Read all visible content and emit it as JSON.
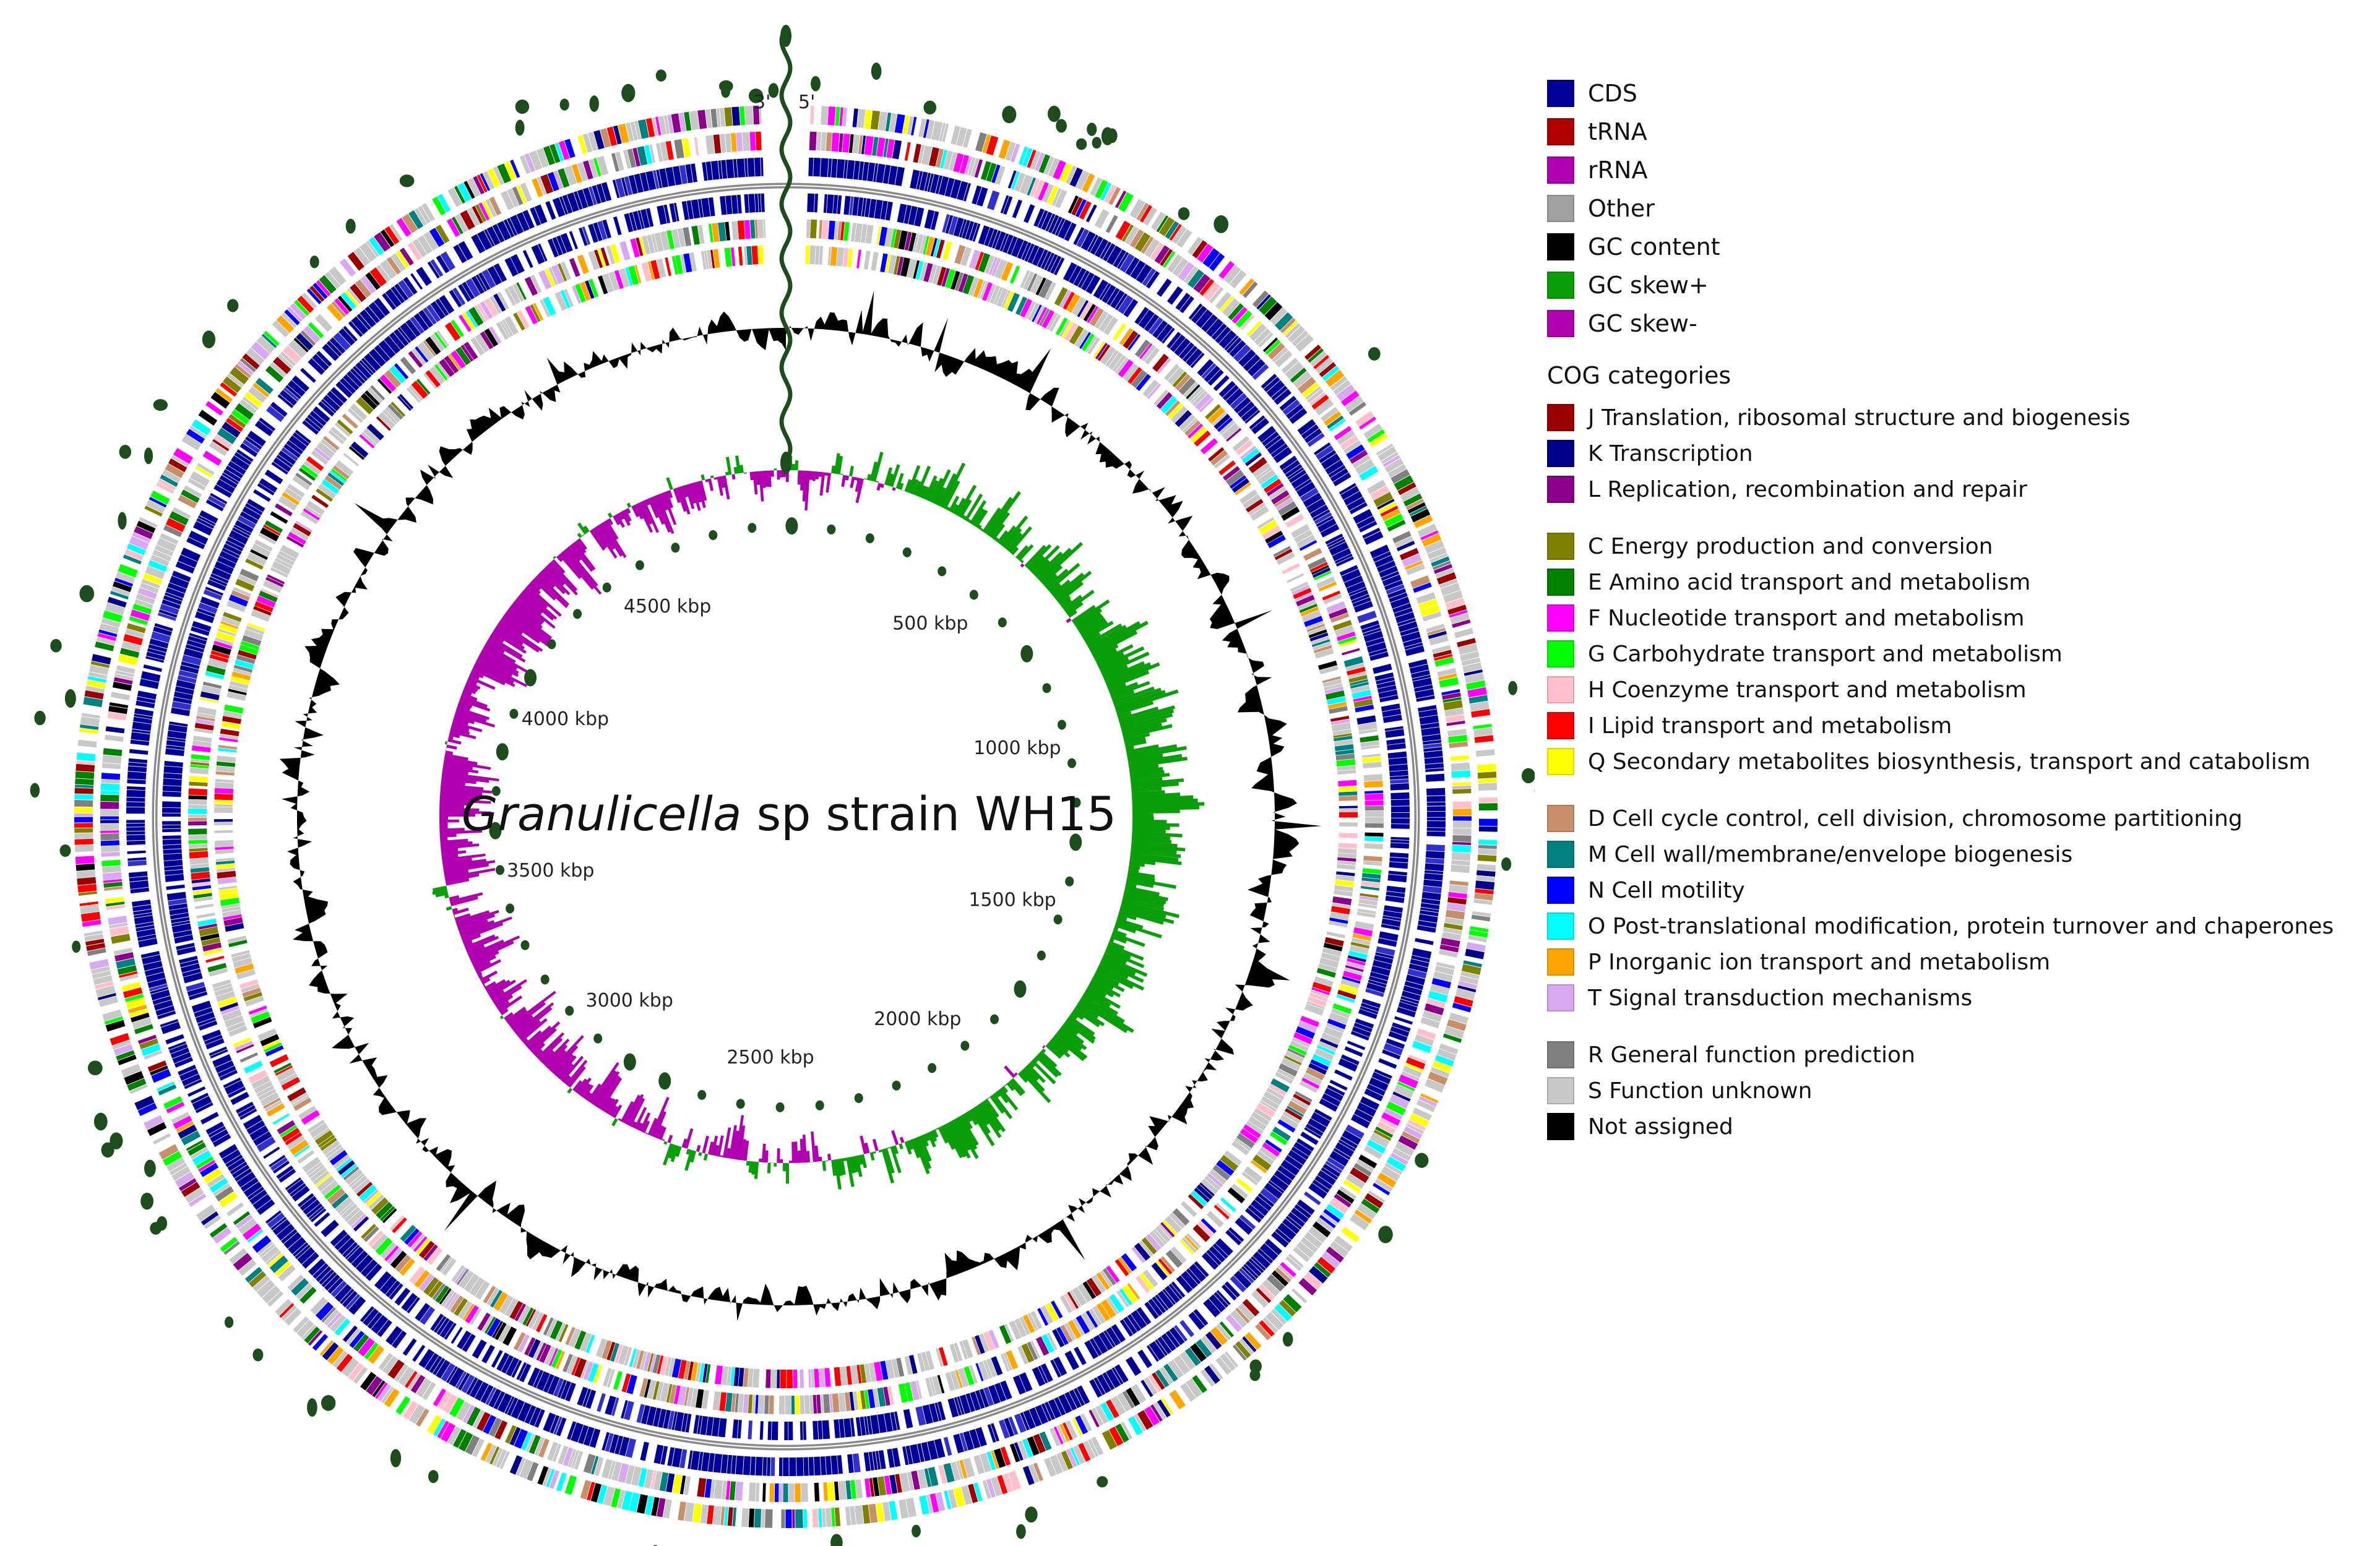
{
  "map": {
    "title_italic": "Granulicella",
    "title_rest": " sp strain WH15",
    "strand_labels": [
      "3'",
      "5'"
    ],
    "genome_length_kbp": 4900,
    "tick_labels": [
      {
        "kbp": 500,
        "label": "500 kbp"
      },
      {
        "kbp": 1000,
        "label": "1000 kbp"
      },
      {
        "kbp": 1500,
        "label": "1500 kbp"
      },
      {
        "kbp": 2000,
        "label": "2000 kbp"
      },
      {
        "kbp": 2500,
        "label": "2500 kbp"
      },
      {
        "kbp": 3000,
        "label": "3000 kbp"
      },
      {
        "kbp": 3500,
        "label": "3500 kbp"
      },
      {
        "kbp": 4000,
        "label": "4000 kbp"
      },
      {
        "kbp": 4500,
        "label": "4500 kbp"
      }
    ],
    "colors": {
      "backbone": "#8a8a8a",
      "cds": "#000099",
      "gc_content": "#000000",
      "gc_skew_plus": "#0a9e0a",
      "gc_skew_minus": "#b000b0",
      "marker": "#1d4d1d"
    }
  },
  "legend": {
    "features": [
      {
        "label": "CDS",
        "color": "#000099"
      },
      {
        "label": "tRNA",
        "color": "#b00000"
      },
      {
        "label": "rRNA",
        "color": "#b000b0"
      },
      {
        "label": "Other",
        "color": "#a0a0a0"
      },
      {
        "label": "GC content",
        "color": "#000000"
      },
      {
        "label": "GC skew+",
        "color": "#0a9e0a"
      },
      {
        "label": "GC skew-",
        "color": "#b000b0"
      }
    ],
    "cog_heading": "COG categories",
    "cog_groups": [
      [
        {
          "label": "J  Translation, ribosomal structure and biogenesis",
          "color": "#9b0000"
        },
        {
          "label": "K  Transcription",
          "color": "#00008b"
        },
        {
          "label": "L  Replication, recombination and repair",
          "color": "#8b008b"
        }
      ],
      [
        {
          "label": "C  Energy production and conversion",
          "color": "#808000"
        },
        {
          "label": "E  Amino acid transport and metabolism",
          "color": "#008000"
        },
        {
          "label": "F  Nucleotide transport and metabolism",
          "color": "#ff00ff"
        },
        {
          "label": "G Carbohydrate transport and metabolism",
          "color": "#00ff00"
        },
        {
          "label": "H Coenzyme transport and metabolism",
          "color": "#ffc0cb"
        },
        {
          "label": "I  Lipid transport and metabolism",
          "color": "#ff0000"
        },
        {
          "label": "Q Secondary metabolites biosynthesis, transport and catabolism",
          "color": "#ffff00"
        }
      ],
      [
        {
          "label": "D Cell cycle control, cell division, chromosome partitioning",
          "color": "#c8906a"
        },
        {
          "label": "M Cell wall/membrane/envelope biogenesis",
          "color": "#008080"
        },
        {
          "label": "N Cell motility",
          "color": "#0000ff"
        },
        {
          "label": "O Post-translational modification, protein turnover and chaperones",
          "color": "#00ffff"
        },
        {
          "label": "P  Inorganic ion transport and metabolism",
          "color": "#ffa500"
        },
        {
          "label": "T  Signal transduction mechanisms",
          "color": "#d8a8f0"
        }
      ],
      [
        {
          "label": "R  General function prediction",
          "color": "#808080"
        },
        {
          "label": "S  Function unknown",
          "color": "#c8c8c8"
        },
        {
          "label": "Not assigned",
          "color": "#000000"
        }
      ]
    ]
  }
}
